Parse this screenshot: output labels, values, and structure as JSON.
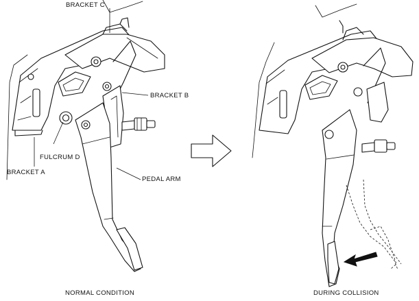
{
  "labels": {
    "bracket_c": "BRACKET C",
    "bracket_b": "BRACKET B",
    "fulcrum_d": "FULCRUM D",
    "bracket_a": "BRACKET A",
    "pedal_arm": "PEDAL ARM"
  },
  "captions": {
    "normal": "NORMAL CONDITION",
    "collision": "DURING COLLISION"
  }
}
